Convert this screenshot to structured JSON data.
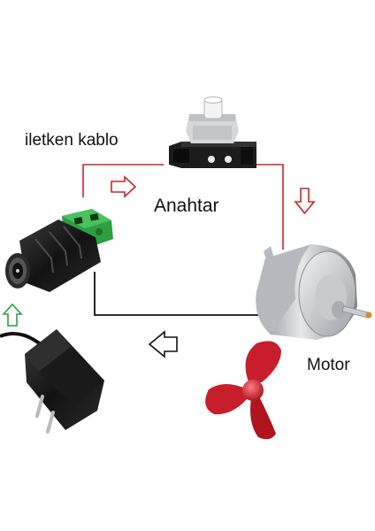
{
  "labels": {
    "cable": "iletken kablo",
    "switch": "Anahtar",
    "motor": "Motor"
  },
  "colors": {
    "wire_red": "#c8262b",
    "wire_black": "#111111",
    "arrow_red": "#c8262b",
    "arrow_green": "#2ea043",
    "arrow_black": "#111111",
    "propeller": "#c81e2c",
    "connector_green": "#2e9e40"
  },
  "components": {
    "switch_icon": "push-button-switch",
    "connector_icon": "dc-barrel-jack-connector",
    "motor_icon": "dc-motor",
    "adapter_icon": "power-adapter",
    "propeller_icon": "propeller"
  },
  "flow_arrows": [
    {
      "name": "right",
      "color": "red"
    },
    {
      "name": "down",
      "color": "red"
    },
    {
      "name": "left",
      "color": "black"
    },
    {
      "name": "up",
      "color": "green"
    }
  ]
}
